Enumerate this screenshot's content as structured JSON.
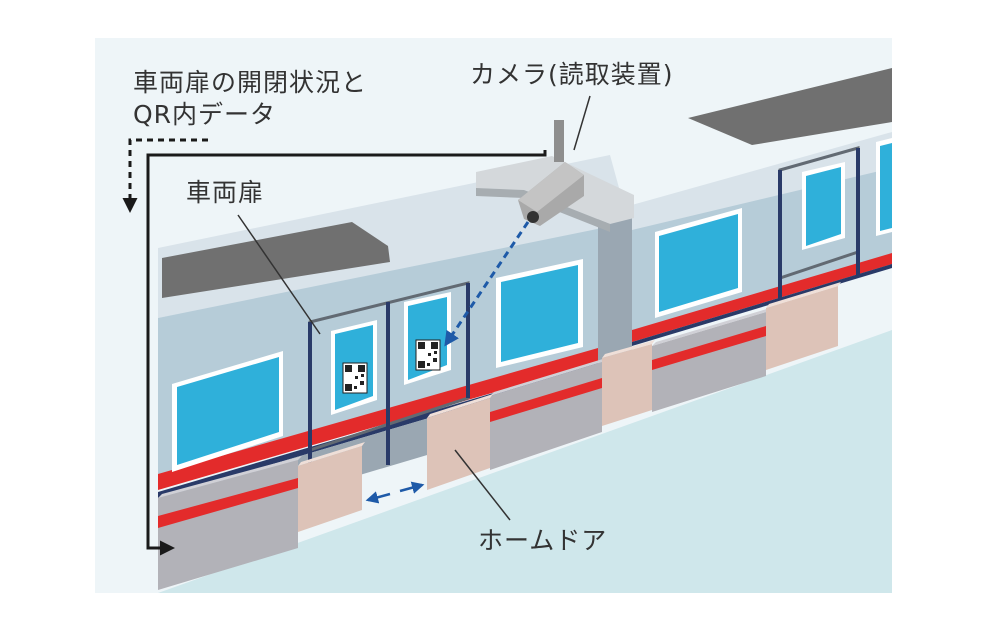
{
  "labels": {
    "data_flow_line1": "車両扉の開閉状況と",
    "data_flow_line2": "QR内データ",
    "camera": "カメラ(読取装置)",
    "car_door": "車両扉",
    "platform_door": "ホームドア"
  },
  "colors": {
    "background_panel": "#eef5f8",
    "platform_floor": "#cfe7eb",
    "train_body": "#b6ccd8",
    "train_roof": "#d9e3ea",
    "window": "#2fb0da",
    "red_stripe": "#e32b2b",
    "navy_stripe": "#293a68",
    "platform_door_panel": "#ddc3b8",
    "platform_barrier": "#b2b2b8",
    "camera_housing": "#a9a9a9",
    "signal_arrow": "#1e5aa8",
    "flow_line": "#1a1a1a"
  }
}
